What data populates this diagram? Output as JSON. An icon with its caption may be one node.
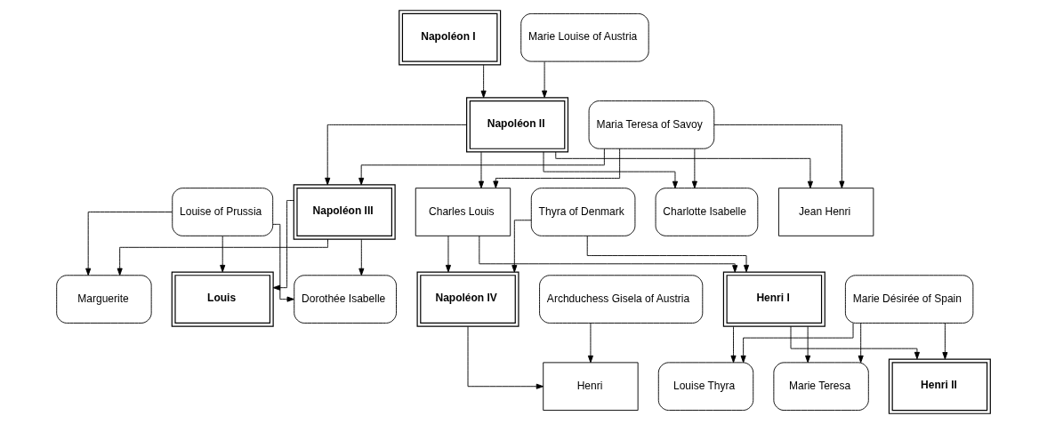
{
  "diagram": {
    "nodes": [
      {
        "text": [
          "Napoléon I"
        ]
      },
      {
        "text": [
          "Marie Louise of Austria"
        ]
      },
      {
        "text": [
          "Napoléon II"
        ]
      },
      {
        "text": [
          "Maria Teresa of Savoy"
        ]
      },
      {
        "text": [
          "Louise of Prussia"
        ]
      },
      {
        "text": [
          "Napoléon III"
        ]
      },
      {
        "text": [
          "Charles Louis"
        ]
      },
      {
        "text": [
          "Thyra of Denmark"
        ]
      },
      {
        "text": [
          "Charlotte Isabelle"
        ]
      },
      {
        "text": [
          "Jean Henri"
        ]
      },
      {
        "text": [
          "Marguerite"
        ]
      },
      {
        "text": [
          "Louis"
        ]
      },
      {
        "text": [
          "Dorothée Isabelle"
        ]
      },
      {
        "text": [
          "Napoléon IV"
        ]
      },
      {
        "text": [
          "Archduchess Gisela of Austria"
        ]
      },
      {
        "text": [
          "Henri I"
        ]
      },
      {
        "text": [
          "Marie Désirée of Spain"
        ]
      },
      {
        "text": [
          "Henri"
        ]
      },
      {
        "text": [
          "Louise Thyra"
        ]
      },
      {
        "text": [
          "Marie Teresa"
        ]
      },
      {
        "text": [
          "Henri II"
        ]
      }
    ],
    "edges": [
      {
        "from": 0,
        "to": 2,
        "arrow": "to"
      },
      {
        "from": 1,
        "to": 2,
        "arrow": "to"
      },
      {
        "from": 2,
        "to": 5,
        "arrow": "to"
      },
      {
        "from": 2,
        "to": 6,
        "arrow": "to"
      },
      {
        "from": 2,
        "to": 8,
        "arrow": "to"
      },
      {
        "from": 2,
        "to": 9,
        "arrow": "to"
      },
      {
        "from": 3,
        "to": 5,
        "arrow": "to"
      },
      {
        "from": 3,
        "to": 6,
        "arrow": "to"
      },
      {
        "from": 3,
        "to": 8,
        "arrow": "to"
      },
      {
        "from": 3,
        "to": 9,
        "arrow": "to"
      },
      {
        "from": 4,
        "to": 10,
        "arrow": "to"
      },
      {
        "from": 4,
        "to": 11,
        "arrow": "to"
      },
      {
        "from": 4,
        "to": 12,
        "arrow": "to"
      },
      {
        "from": 5,
        "to": 10,
        "arrow": "to"
      },
      {
        "from": 5,
        "to": 11,
        "arrow": "to"
      },
      {
        "from": 5,
        "to": 12,
        "arrow": "to"
      },
      {
        "from": 6,
        "to": 13,
        "arrow": "to"
      },
      {
        "from": 6,
        "to": 15,
        "arrow": "to"
      },
      {
        "from": 7,
        "to": 13,
        "arrow": "to"
      },
      {
        "from": 7,
        "to": 15,
        "arrow": "to"
      },
      {
        "from": 13,
        "to": 17,
        "arrow": "to"
      },
      {
        "from": 14,
        "to": 17,
        "arrow": "to"
      },
      {
        "from": 15,
        "to": 18,
        "arrow": "to"
      },
      {
        "from": 15,
        "to": 19,
        "arrow": "to"
      },
      {
        "from": 15,
        "to": 20,
        "arrow": "to"
      },
      {
        "from": 16,
        "to": 18,
        "arrow": "to"
      },
      {
        "from": 16,
        "to": 19,
        "arrow": "to"
      },
      {
        "from": 16,
        "to": 20,
        "arrow": "to"
      }
    ]
  }
}
